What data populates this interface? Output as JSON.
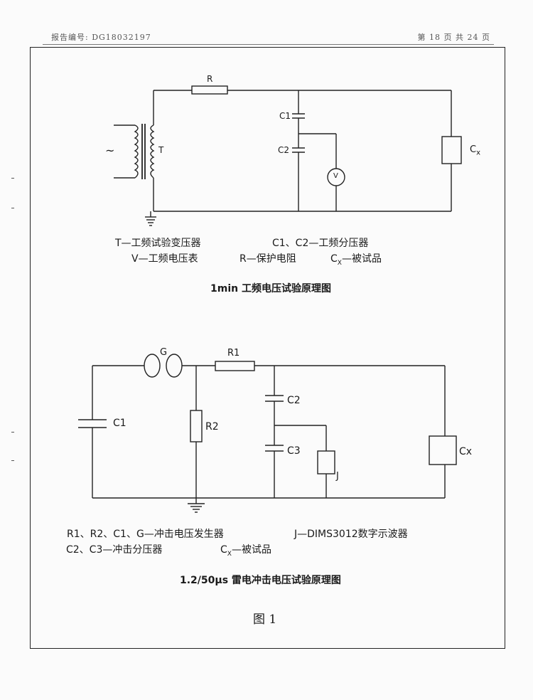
{
  "header": {
    "report_no": "报告编号: DG18032197",
    "page_info": "第 18 页 共 24 页"
  },
  "diagram1": {
    "labels": {
      "source": "~",
      "T": "T",
      "R": "R",
      "C1": "C1",
      "C2": "C2",
      "V": "V",
      "Cx_main": "C",
      "Cx_sub": "x"
    },
    "legend": {
      "line1_left": "T—工频试验变压器",
      "line1_right": "C1、C2—工频分压器",
      "line2_a": "V—工频电压表",
      "line2_b": "R—保护电阻",
      "line2_c_main": "C",
      "line2_c_sub": "X",
      "line2_c_rest": "—被试品"
    },
    "caption": "1min 工频电压试验原理图"
  },
  "diagram2": {
    "labels": {
      "G": "G",
      "R1": "R1",
      "R2": "R2",
      "C1": "C1",
      "C2": "C2",
      "C3": "C3",
      "J": "J",
      "Cx": "Cx"
    },
    "legend": {
      "line1_left": "R1、R2、C1、G—冲击电压发生器",
      "line1_right": "J—DIMS3012数字示波器",
      "line2_left": "C2、C3—冲击分压器",
      "line2_c_main": "C",
      "line2_c_sub": "X",
      "line2_c_rest": "—被试品"
    },
    "caption": "1.2/50μs 雷电冲击电压试验原理图"
  },
  "figure_label": "图 1"
}
